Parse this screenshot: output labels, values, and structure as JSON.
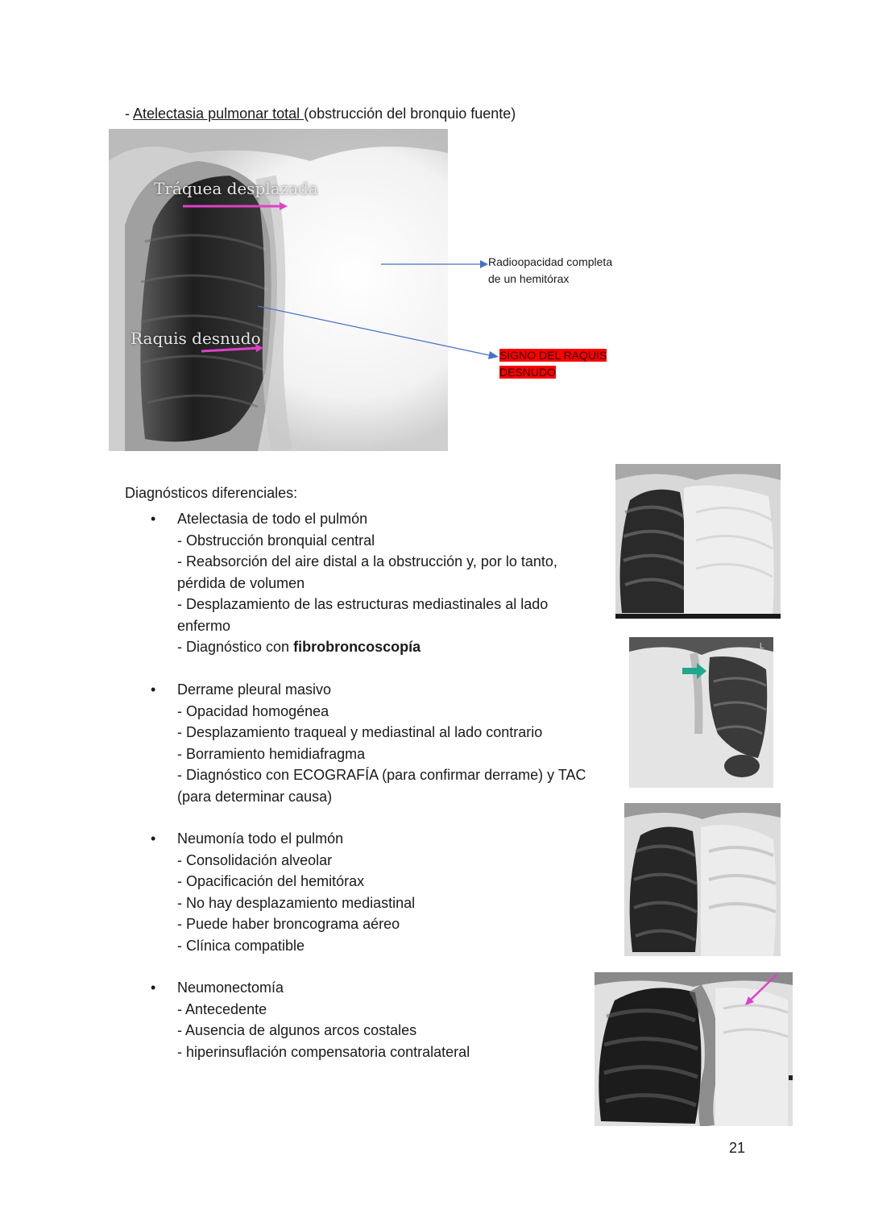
{
  "heading": {
    "prefix": "- ",
    "underlined": "Atelectasia pulmonar total ",
    "rest": "(obstrucción del bronquio fuente)"
  },
  "main_image": {
    "label_trachea": "Tráquea desplazada",
    "label_spine": "Raquis desnudo"
  },
  "annotations": {
    "opacity_line1": "Radioopacidad completa",
    "opacity_line2": "de un hemitórax",
    "sign_line1": "SIGNO DEL RAQUIS",
    "sign_line2": "DESNUDO"
  },
  "differentials": {
    "title": "Diagnósticos diferenciales:",
    "items": [
      {
        "name": "Atelectasia de todo el pulmón",
        "points": [
          "- Obstrucción bronquial central",
          "- Reabsorción del aire distal a la obstrucción y, por lo tanto,",
          "pérdida de volumen",
          "- Desplazamiento de las estructuras mediastinales al lado",
          "enfermo"
        ],
        "last_prefix": "- Diagnóstico con ",
        "last_bold": "fibrobroncoscopía"
      },
      {
        "name": "Derrame pleural masivo",
        "points": [
          "- Opacidad homogénea",
          "- Desplazamiento traqueal y mediastinal al lado contrario",
          "- Borramiento hemidiafragma",
          "- Diagnóstico con ECOGRAFÍA (para confirmar derrame) y TAC",
          "(para determinar causa)"
        ]
      },
      {
        "name": "Neumonía todo el pulmón",
        "points": [
          "- Consolidación alveolar",
          "- Opacificación del hemitórax",
          "- No hay desplazamiento mediastinal",
          "- Puede haber broncograma aéreo",
          "- Clínica compatible"
        ]
      },
      {
        "name": "Neumonectomía",
        "points": [
          "- Antecedente",
          "- Ausencia de algunos arcos costales",
          "- hiperinsuflación compensatoria contralateral"
        ]
      }
    ],
    "bullet": "•"
  },
  "side_images": {
    "effusion_marker": "L"
  },
  "page_number": "21",
  "colors": {
    "arrow_blue": "#4472c4",
    "highlight_red": "#ff0000",
    "marker_pink": "#e040c8",
    "marker_teal": "#1fa88c"
  }
}
